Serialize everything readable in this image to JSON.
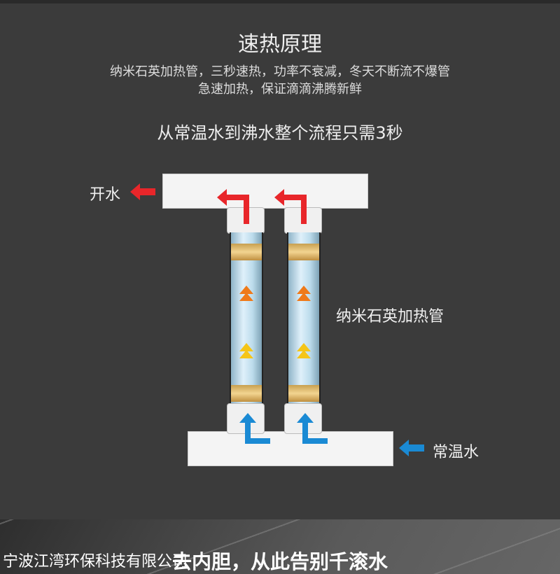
{
  "title": "速热原理",
  "subtitle_lines": [
    "纳米石英加热管，三秒速热，功率不衰减，冬天不断流不爆管",
    "急速加热，保证滴滴沸腾新鲜"
  ],
  "headline": "从常温水到沸水整个流程只需3秒",
  "labels": {
    "outlet": "开水",
    "heater": "纳米石英加热管",
    "inlet": "常温水"
  },
  "bottom": {
    "company": "宁波江湾环保科技有限公司",
    "slogan": "去内胆，从此告别千滚水"
  },
  "colors": {
    "hot_arrow": "#e8262a",
    "cold_arrow": "#1a8ad4",
    "rise_orange": "#ef7a1a",
    "rise_yellow": "#f5c518"
  }
}
